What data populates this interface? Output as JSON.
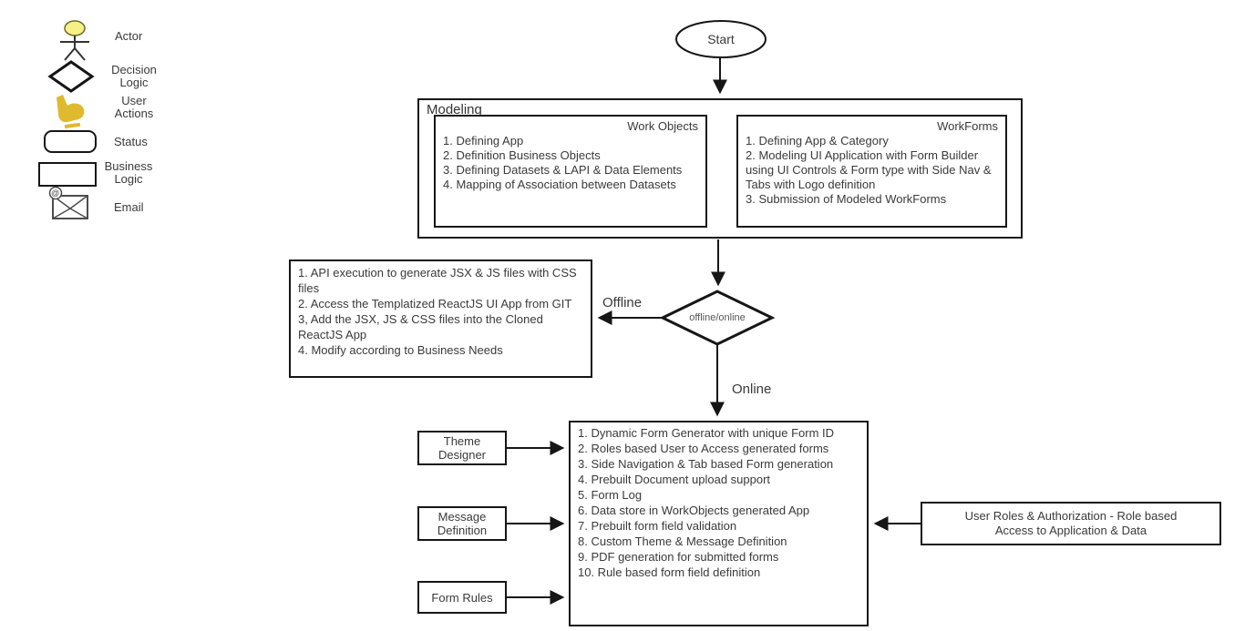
{
  "canvas": {
    "background": "#ffffff",
    "line_color": "#161616",
    "text_color": "#3a3a3a",
    "actor_head_color": "#f5f186",
    "hand_color": "#dfb92e"
  },
  "legend": {
    "items": [
      {
        "icon": "actor-icon",
        "label": "Actor"
      },
      {
        "icon": "decision-logic-icon",
        "label": "Decision\nLogic"
      },
      {
        "icon": "user-actions-icon",
        "label": "User\nActions"
      },
      {
        "icon": "status-icon",
        "label": "Status"
      },
      {
        "icon": "business-logic-icon",
        "label": "Business\nLogic"
      },
      {
        "icon": "email-icon",
        "label": "Email"
      }
    ],
    "email_at_glyph": "@"
  },
  "flow": {
    "start": {
      "label": "Start"
    },
    "modeling": {
      "title": "Modeling",
      "work_objects": {
        "title": "Work Objects",
        "items": [
          "1. Defining App",
          "2. Definition Business Objects",
          "3. Defining Datasets & LAPI & Data Elements",
          "4. Mapping of Association between Datasets"
        ]
      },
      "workforms": {
        "title": "WorkForms",
        "items": [
          "1. Defining App & Category",
          "2. Modeling UI Application with Form Builder using UI Controls & Form type with Side Nav & Tabs with Logo definition",
          "3. Submission of Modeled WorkForms"
        ]
      }
    },
    "decision": {
      "label": "offline/online",
      "offline_label": "Offline",
      "online_label": "Online"
    },
    "offline_steps": {
      "items": [
        "1. API execution to generate JSX & JS files with CSS files",
        "2. Access the Templatized ReactJS UI App from GIT",
        "3, Add the JSX, JS & CSS files into the Cloned ReactJS App",
        "4. Modify according to Business Needs"
      ]
    },
    "online_steps": {
      "items": [
        "1. Dynamic Form Generator with unique Form ID",
        "2. Roles based User to Access generated forms",
        "3. Side Navigation & Tab based Form generation",
        "4. Prebuilt Document upload support",
        "5. Form Log",
        "6. Data store in WorkObjects generated App",
        "7. Prebuilt form field validation",
        "8. Custom Theme & Message Definition",
        "9. PDF generation for submitted forms",
        "10. Rule based form field definition"
      ]
    },
    "inputs": {
      "theme_designer": "Theme\nDesigner",
      "message_definition": "Message\nDefinition",
      "form_rules": "Form Rules",
      "user_roles": "User Roles & Authorization - Role based\nAccess to Application & Data"
    }
  }
}
